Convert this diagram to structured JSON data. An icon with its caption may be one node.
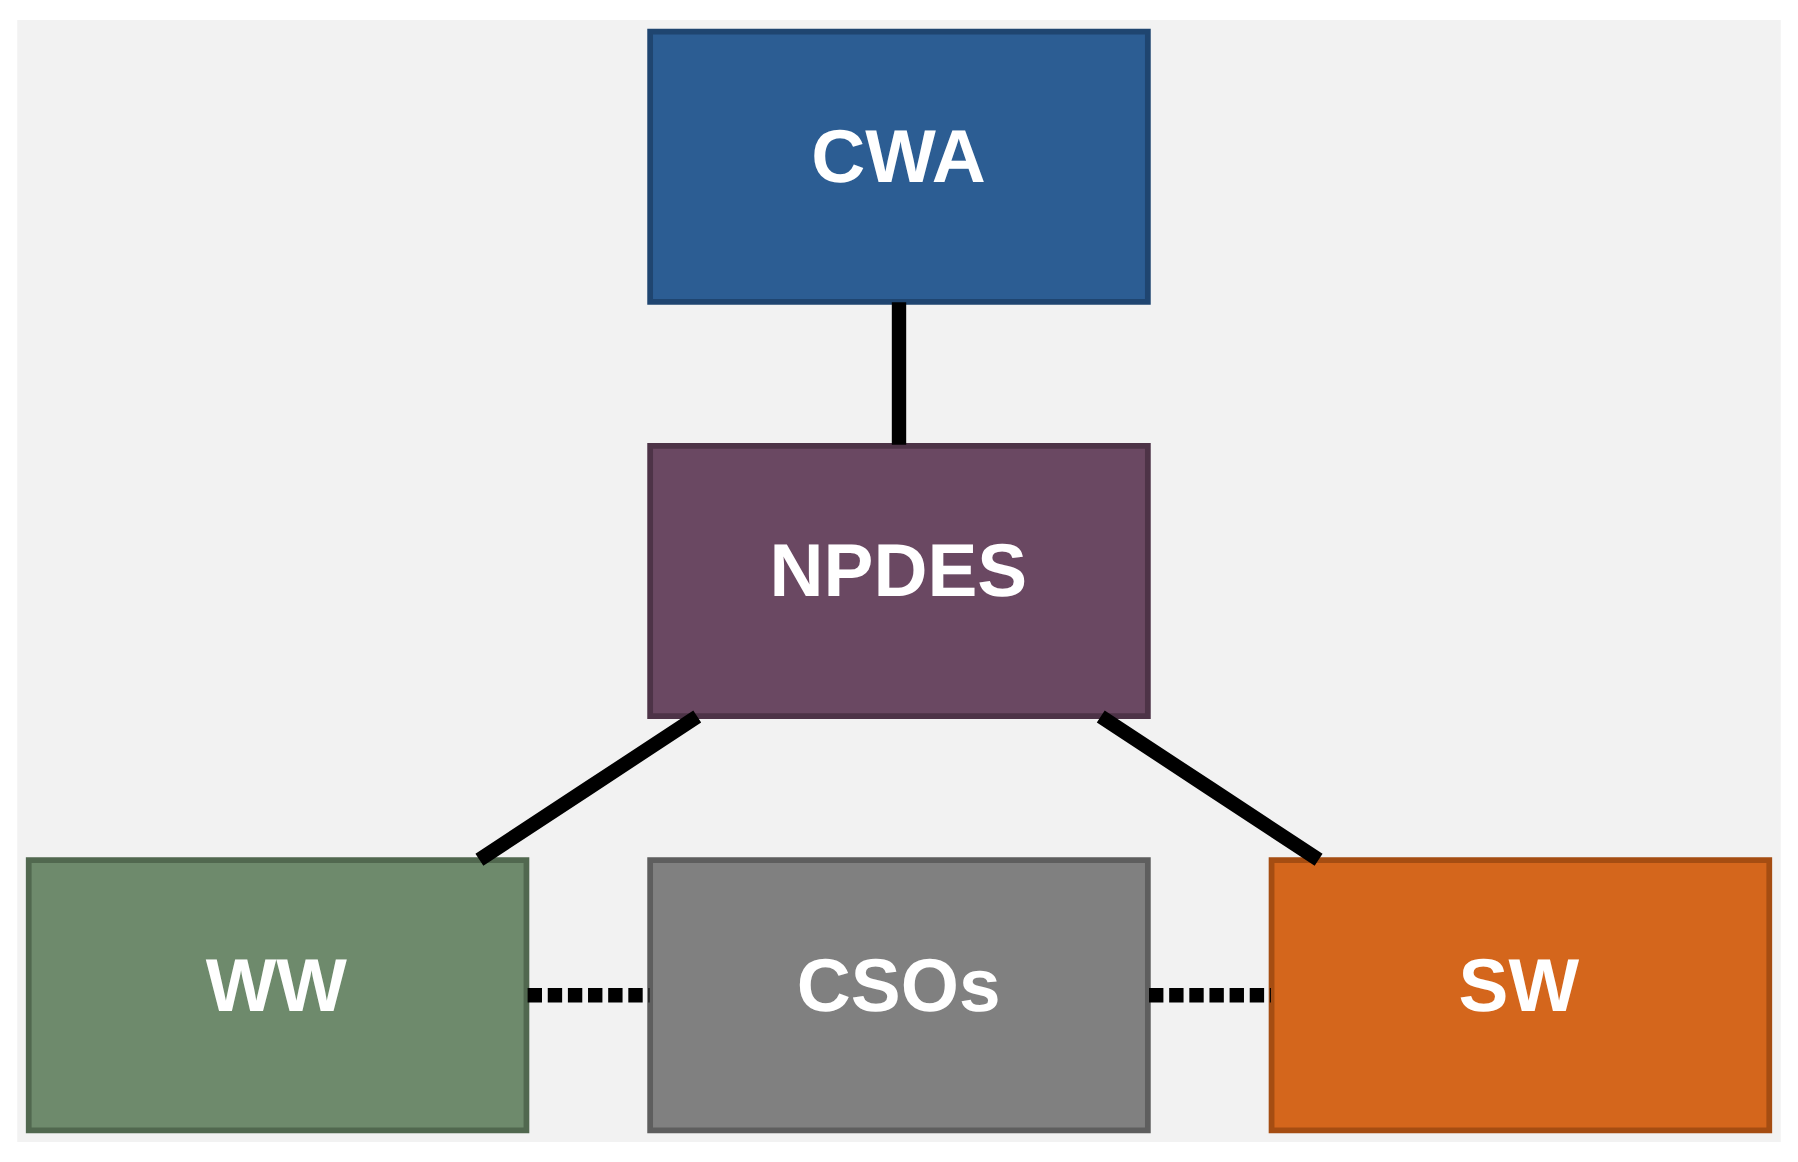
{
  "diagram": {
    "nodes": [
      {
        "text": [
          "CWA"
        ]
      },
      {
        "text": [
          "NPDES"
        ]
      },
      {
        "text": [
          "WW"
        ]
      },
      {
        "text": [
          "CSOs"
        ]
      },
      {
        "text": [
          "SW"
        ]
      }
    ],
    "edges": [
      {
        "from": 0,
        "to": 1,
        "arrow": "none"
      },
      {
        "from": 1,
        "to": 2,
        "arrow": "none"
      },
      {
        "from": 1,
        "to": 4,
        "arrow": "none"
      },
      {
        "from": 2,
        "to": 3,
        "arrow": "none",
        "style": "dashed"
      },
      {
        "from": 3,
        "to": 4,
        "arrow": "none",
        "style": "dashed"
      }
    ]
  }
}
